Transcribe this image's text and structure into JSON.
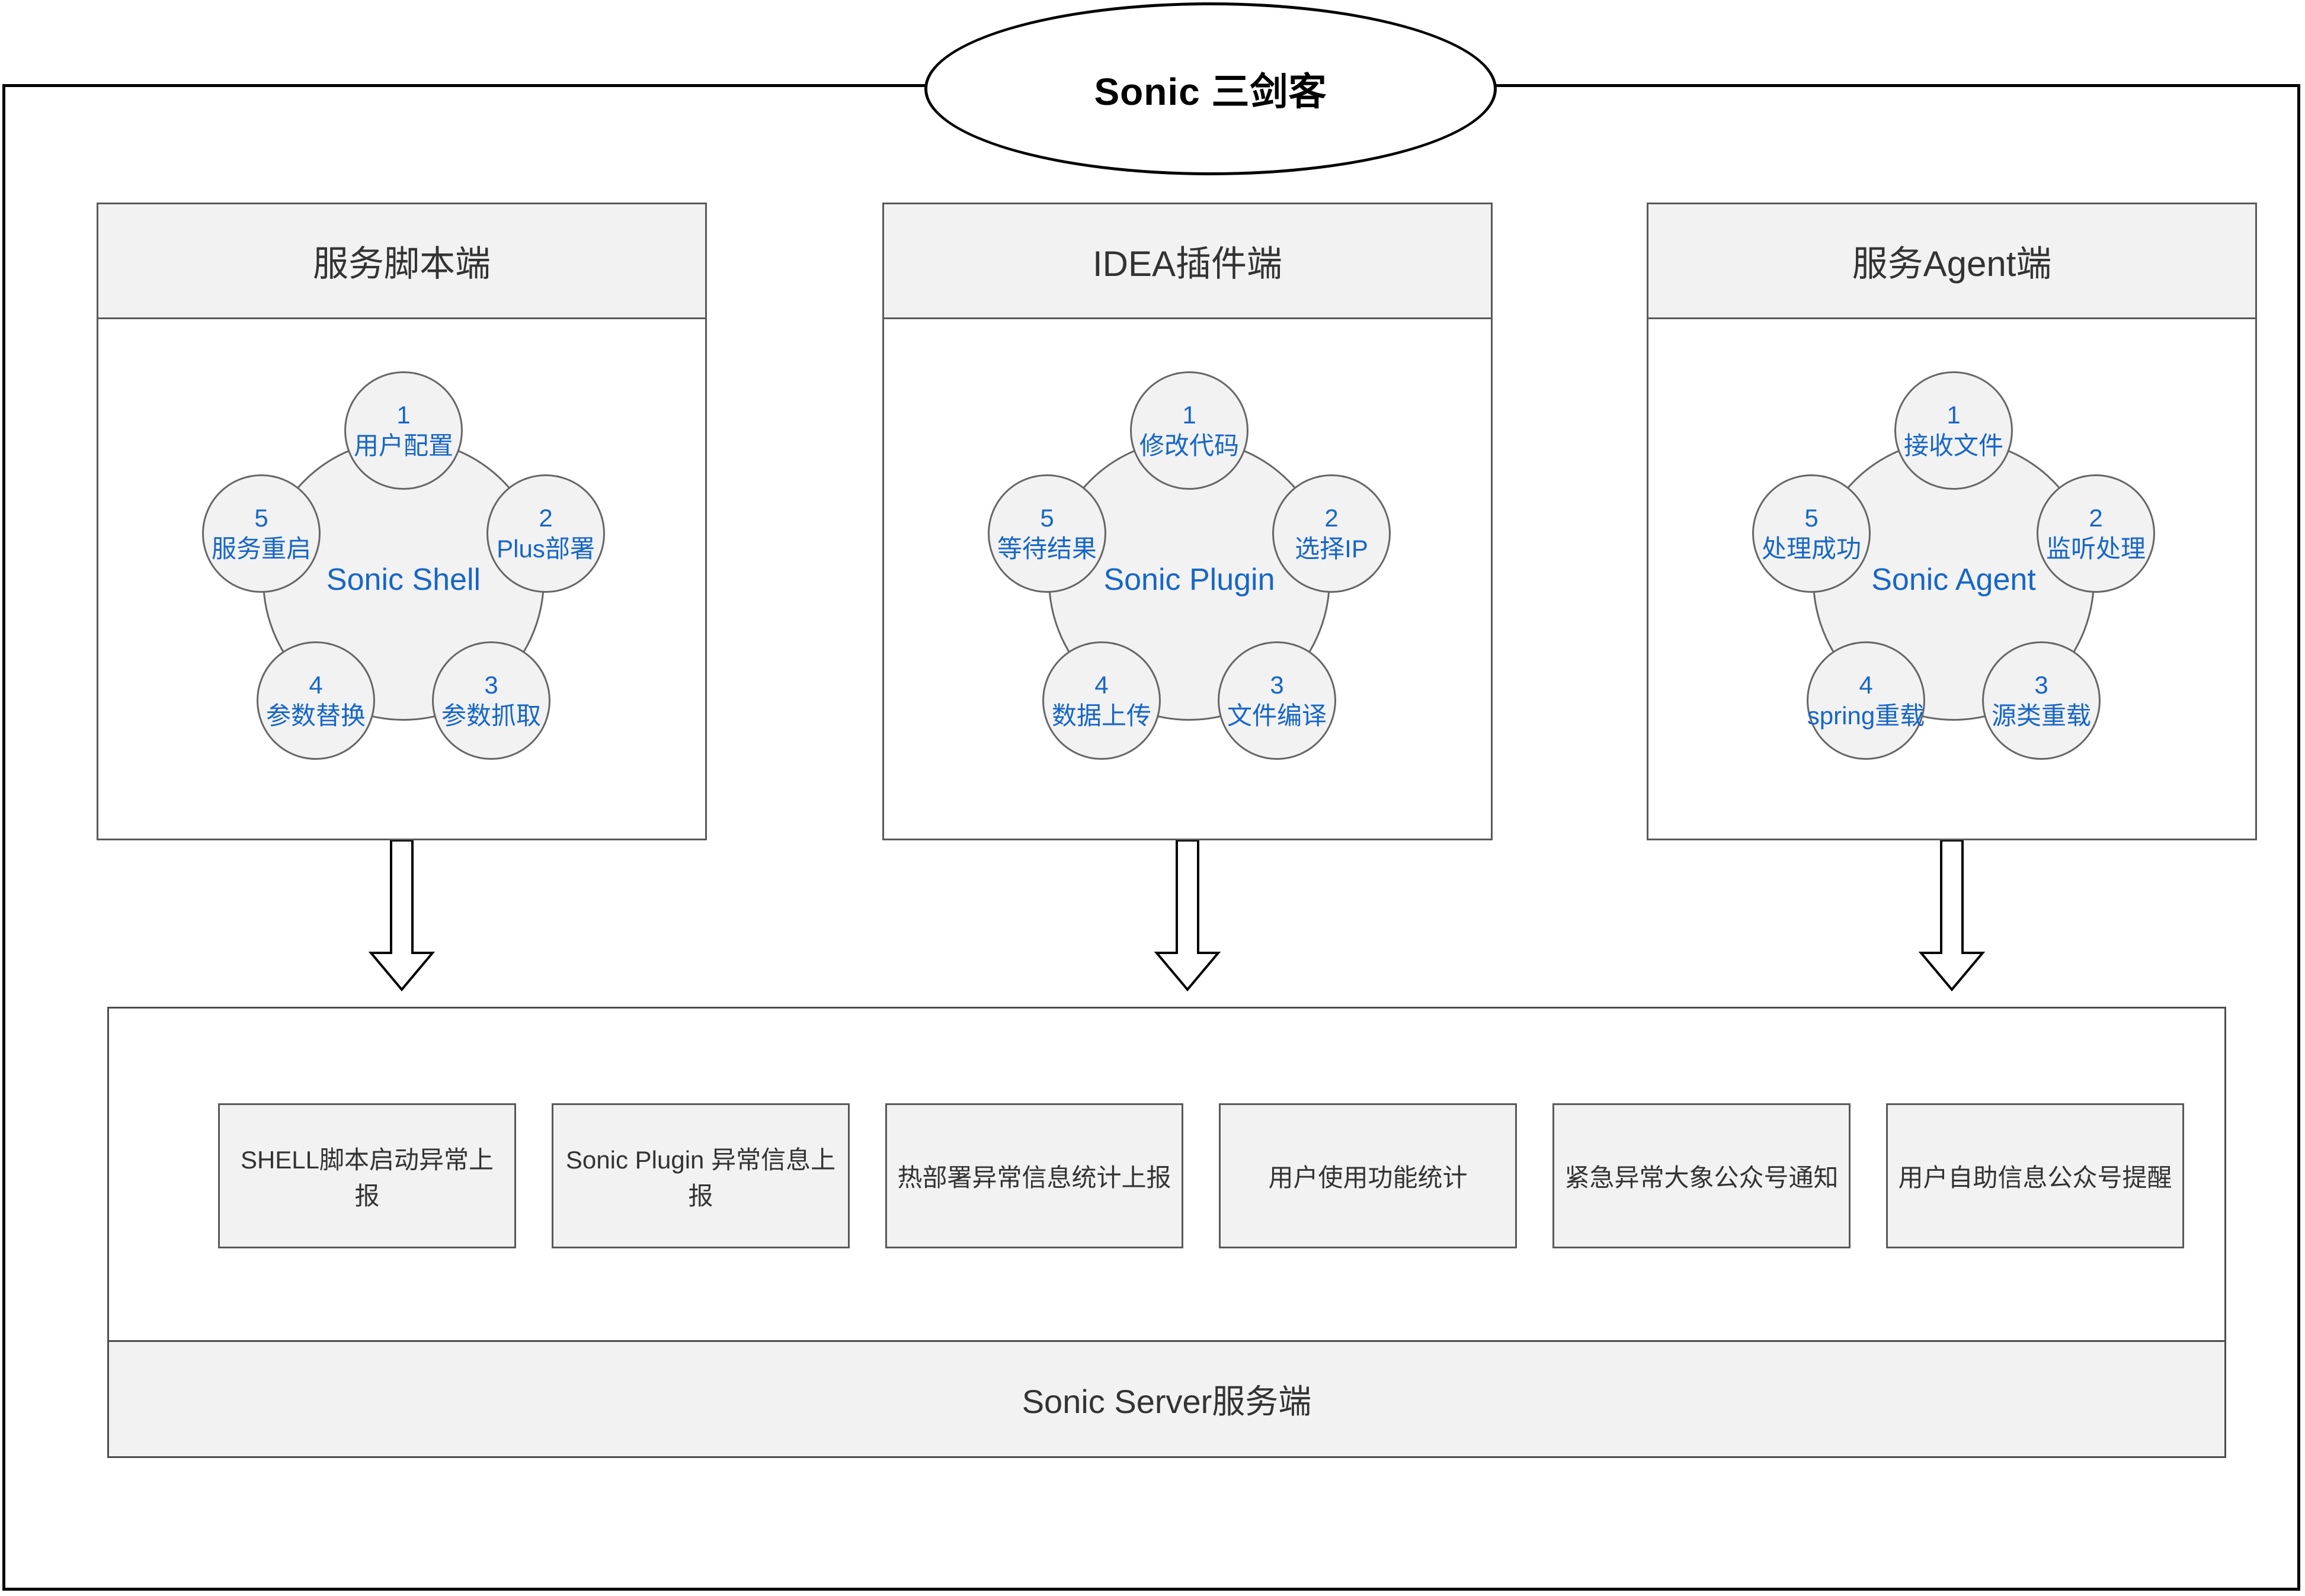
{
  "title": "Sonic 三剑客",
  "colors": {
    "accent_blue": "#1766C5",
    "panel_border": "#595959",
    "circle_border": "#666666",
    "light_fill": "#F2F2F3",
    "frame_border": "#000000"
  },
  "panels": [
    {
      "header": "服务脚本端",
      "core": "Sonic Shell",
      "steps": [
        {
          "num": "1",
          "label": "用户配置"
        },
        {
          "num": "2",
          "label": "Plus部署"
        },
        {
          "num": "3",
          "label": "参数抓取"
        },
        {
          "num": "4",
          "label": "参数替换"
        },
        {
          "num": "5",
          "label": "服务重启"
        }
      ]
    },
    {
      "header": "IDEA插件端",
      "core": "Sonic Plugin",
      "steps": [
        {
          "num": "1",
          "label": "修改代码"
        },
        {
          "num": "2",
          "label": "选择IP"
        },
        {
          "num": "3",
          "label": "文件编译"
        },
        {
          "num": "4",
          "label": "数据上传"
        },
        {
          "num": "5",
          "label": "等待结果"
        }
      ]
    },
    {
      "header": "服务Agent端",
      "core": "Sonic Agent",
      "steps": [
        {
          "num": "1",
          "label": "接收文件"
        },
        {
          "num": "2",
          "label": "监听处理"
        },
        {
          "num": "3",
          "label": "源类重载"
        },
        {
          "num": "4",
          "label": "spring重载"
        },
        {
          "num": "5",
          "label": "处理成功"
        }
      ]
    }
  ],
  "server": {
    "footer_label": "Sonic Server服务端",
    "boxes": [
      "SHELL脚本启动异常上报",
      "Sonic Plugin 异常信息上报",
      "热部署异常信息统计上报",
      "用户使用功能统计",
      "紧急异常大象公众号通知",
      "用户自助信息公众号提醒"
    ]
  }
}
